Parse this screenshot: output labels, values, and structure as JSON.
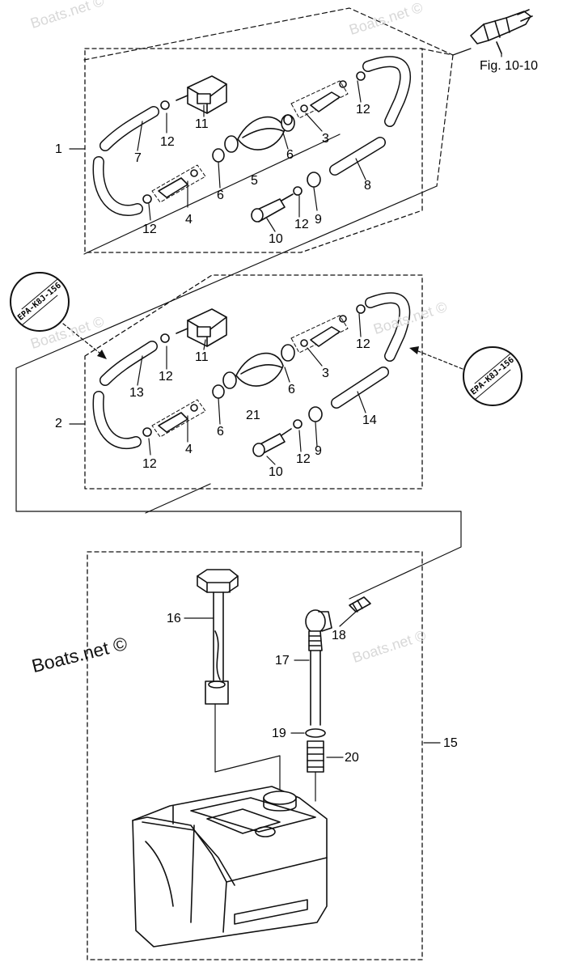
{
  "watermarks": {
    "faint": "Boats.net ©",
    "dark": "Boats.net ©"
  },
  "figure_ref": "Fig. 10-10",
  "stamp_text": "EPA-K8J-156",
  "labels": {
    "n1": "1",
    "n2": "2",
    "n15": "15",
    "a3": "3",
    "a4": "4",
    "a5": "5",
    "a6a": "6",
    "a6b": "6",
    "a7": "7",
    "a8": "8",
    "a9": "9",
    "a10": "10",
    "a11": "11",
    "a12a": "12",
    "a12b": "12",
    "a12c": "12",
    "a12d": "12",
    "b3": "3",
    "b4": "4",
    "b6a": "6",
    "b6b": "6",
    "b9": "9",
    "b10": "10",
    "b11": "11",
    "b12a": "12",
    "b12b": "12",
    "b12c": "12",
    "b12d": "12",
    "b13": "13",
    "b14": "14",
    "b21": "21",
    "c16": "16",
    "c17": "17",
    "c18": "18",
    "c19": "19",
    "c20": "20"
  },
  "colors": {
    "line": "#111111",
    "watermark": "#d8d8d8"
  }
}
